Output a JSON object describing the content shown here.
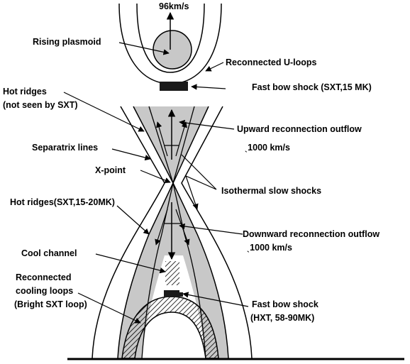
{
  "labels": {
    "speed_top": "96km/s",
    "rising_plasmoid": "Rising plasmoid",
    "reconnected_u_loops": "Reconnected U-loops",
    "fast_bow_shock_top": "Fast bow shock (SXT,15 MK)",
    "hot_ridges_top_line1": "Hot ridges",
    "hot_ridges_top_line2": "(not seen by SXT)",
    "upward_outflow": "Upward reconnection outflow",
    "upward_speed": "ˎ1000 km/s",
    "separatrix_lines": "Separatrix lines",
    "x_point": "X-point",
    "isothermal_slow_shocks": "Isothermal  slow shocks",
    "hot_ridges_bottom": "Hot ridges(SXT,15-20MK)",
    "downward_outflow": "Downward reconnection outflow",
    "downward_speed": "ˎ1000 km/s",
    "cool_channel": "Cool channel",
    "reconnected_loops_line1": "Reconnected",
    "reconnected_loops_line2": "cooling loops",
    "reconnected_loops_line3": "(Bright SXT loop)",
    "fast_bow_shock_bottom_line1": "Fast bow shock",
    "fast_bow_shock_bottom_line2": "(HXT, 58-90MK)"
  },
  "colors": {
    "hot_region": "#c8c8c8",
    "plasmoid": "#c8c8c8",
    "line": "#000000",
    "shock_block": "#1a1a1a",
    "background": "#ffffff"
  }
}
